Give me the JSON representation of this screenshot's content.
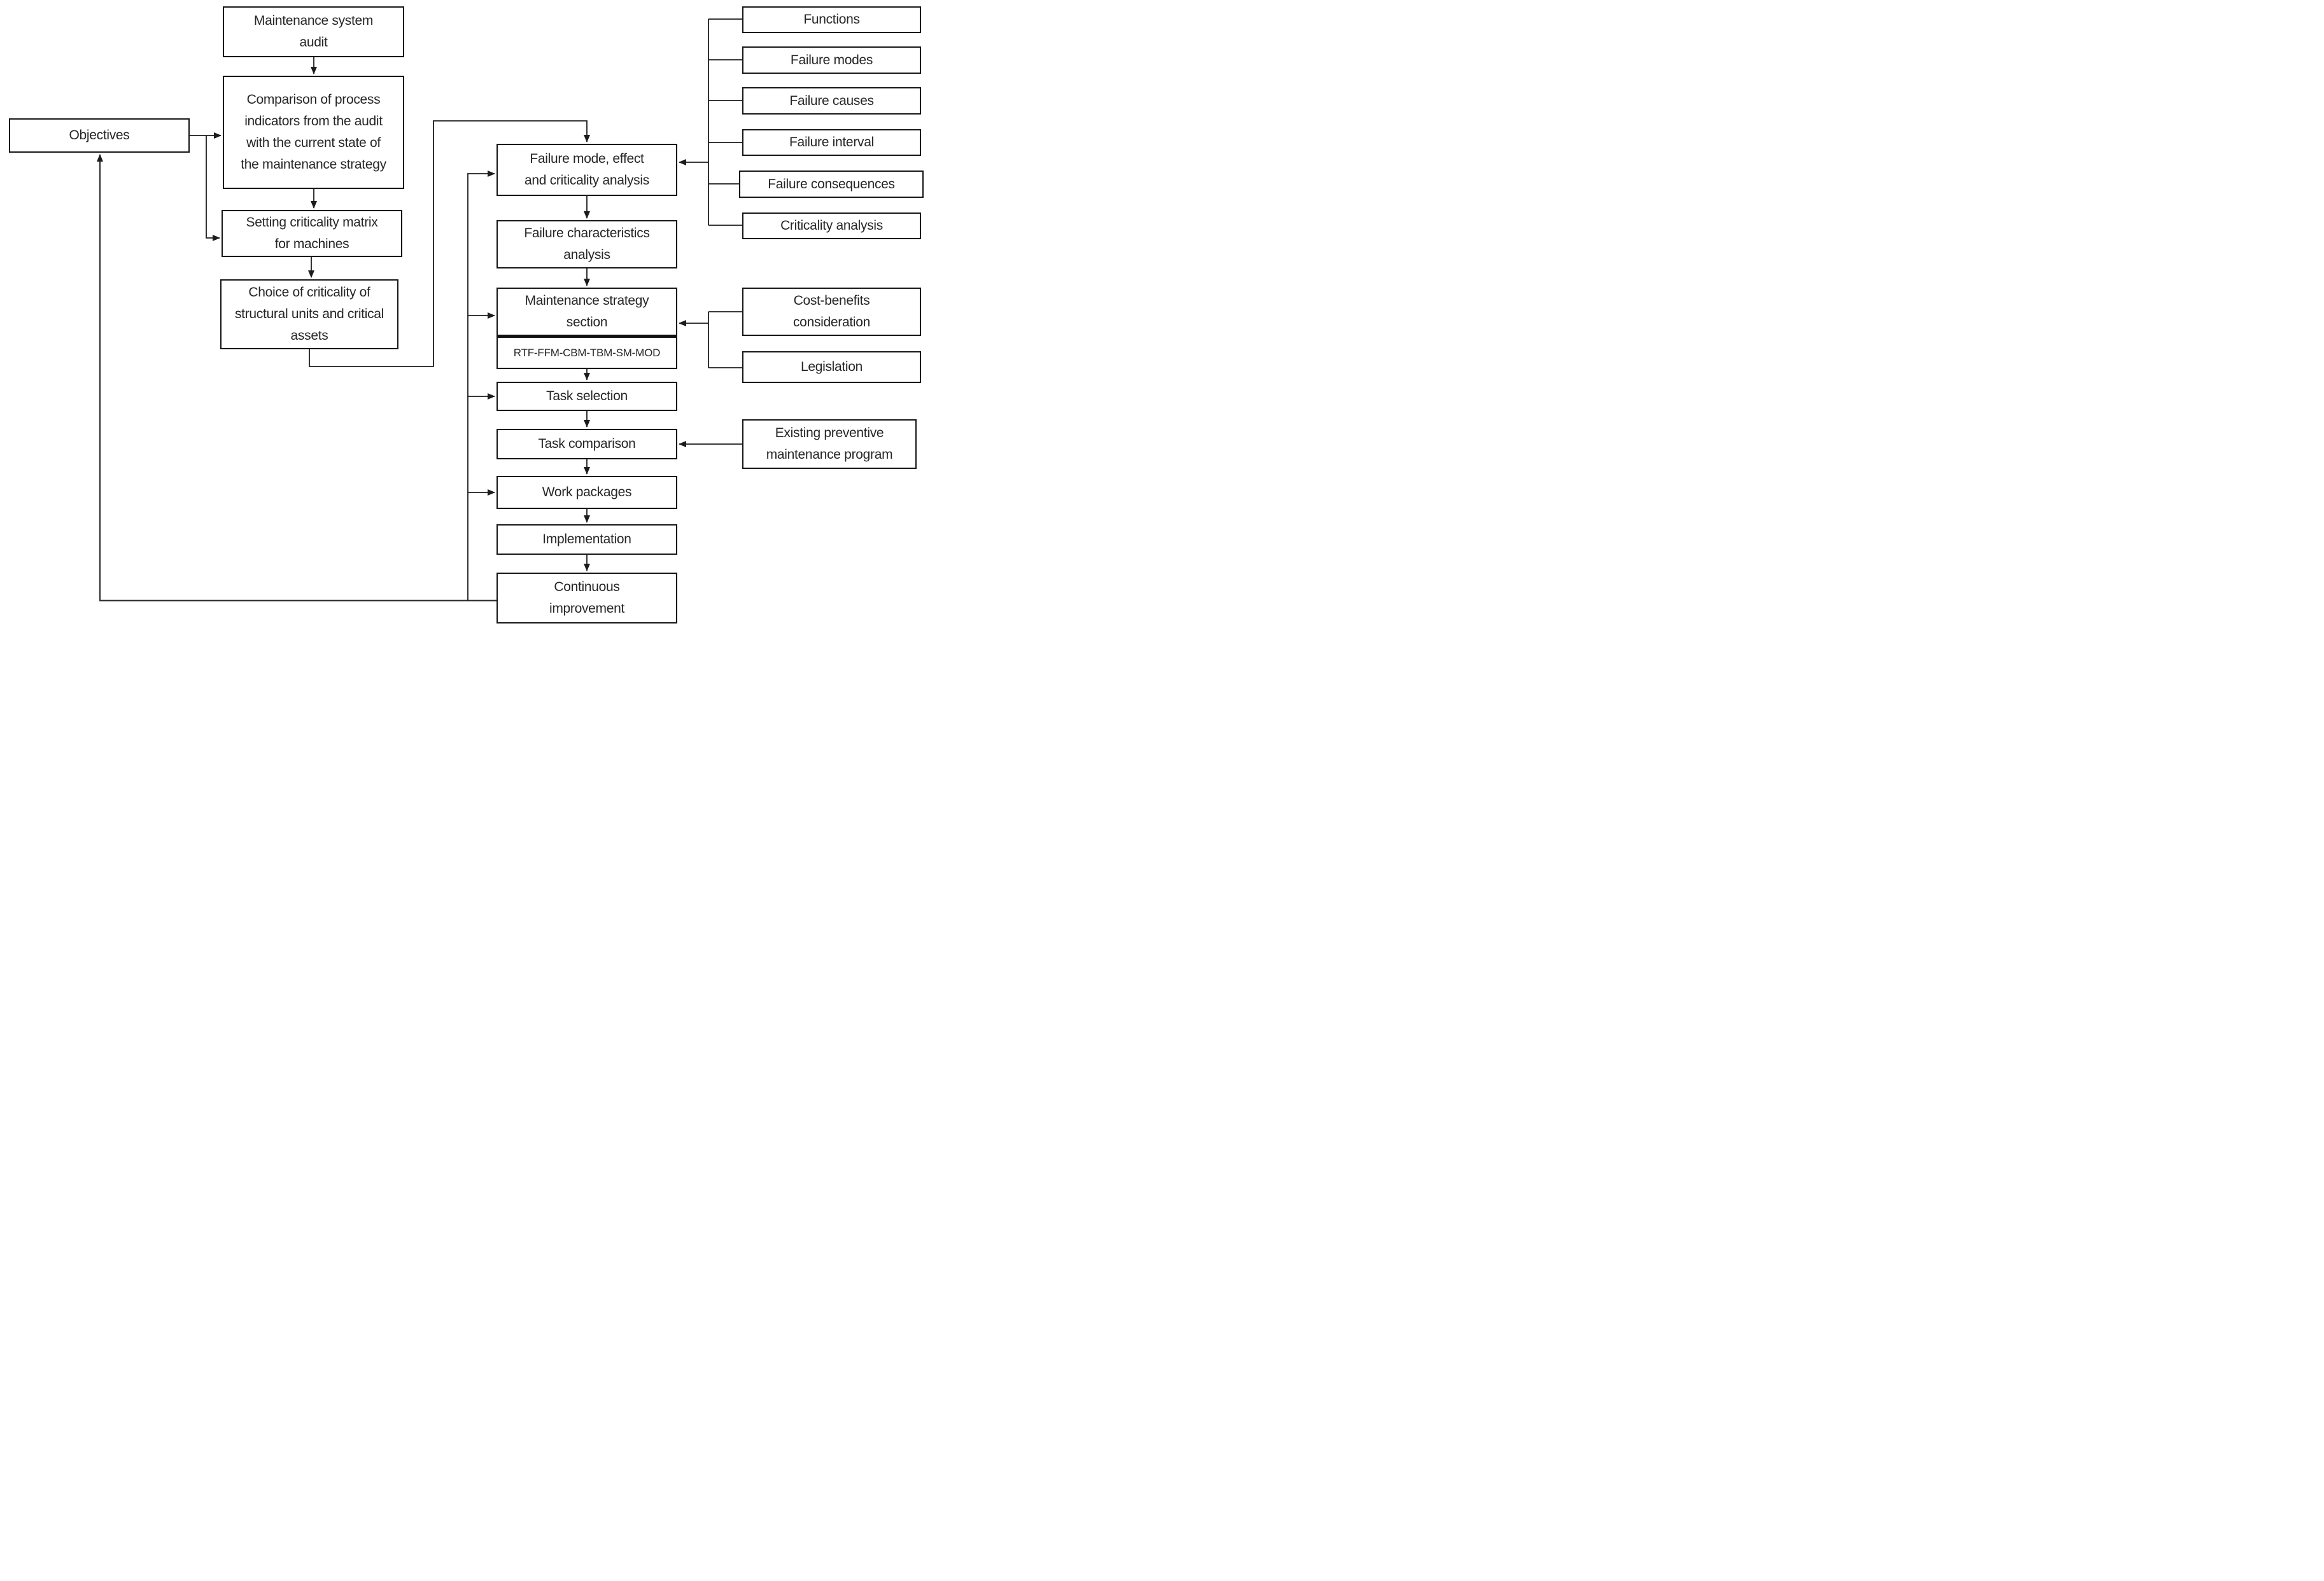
{
  "diagram": {
    "nodes": {
      "maintenance_system_audit": {
        "label": "Maintenance system audit"
      },
      "objectives": {
        "label": "Objectives"
      },
      "comparison_process_indicators": {
        "label": "Comparison of process indicators from the audit with the current state of the maintenance strategy"
      },
      "setting_criticality_matrix": {
        "label": "Setting criticality matrix for machines"
      },
      "choice_of_criticality": {
        "label": "Choice of criticality of structural units and critical assets"
      },
      "fmeca": {
        "label": "Failure mode, effect and criticality analysis"
      },
      "failure_characteristics_analysis": {
        "label": "Failure characteristics analysis"
      },
      "maintenance_strategy_section": {
        "label": "Maintenance strategy section",
        "sublabel": "RTF-FFM-CBM-TBM-SM-MOD"
      },
      "task_selection": {
        "label": "Task selection"
      },
      "task_comparison": {
        "label": "Task comparison"
      },
      "work_packages": {
        "label": "Work packages"
      },
      "implementation": {
        "label": "Implementation"
      },
      "continuous_improvement": {
        "label": "Continuous improvement"
      },
      "functions": {
        "label": "Functions"
      },
      "failure_modes": {
        "label": "Failure modes"
      },
      "failure_causes": {
        "label": "Failure causes"
      },
      "failure_interval": {
        "label": "Failure interval"
      },
      "failure_consequences": {
        "label": "Failure consequences"
      },
      "criticality_analysis": {
        "label": "Criticality analysis"
      },
      "cost_benefits_consideration": {
        "label": "Cost-benefits consideration"
      },
      "legislation": {
        "label": "Legislation"
      },
      "existing_preventive_maintenance_program": {
        "label": "Existing preventive maintenance program"
      }
    },
    "edges": [
      {
        "from": "maintenance_system_audit",
        "to": "comparison_process_indicators"
      },
      {
        "from": "objectives",
        "to": "comparison_process_indicators"
      },
      {
        "from": "objectives",
        "to": "setting_criticality_matrix"
      },
      {
        "from": "comparison_process_indicators",
        "to": "setting_criticality_matrix"
      },
      {
        "from": "setting_criticality_matrix",
        "to": "choice_of_criticality"
      },
      {
        "from": "choice_of_criticality",
        "to": "fmeca"
      },
      {
        "from": "fmeca",
        "to": "failure_characteristics_analysis"
      },
      {
        "from": "failure_characteristics_analysis",
        "to": "maintenance_strategy_section"
      },
      {
        "from": "maintenance_strategy_section",
        "to": "task_selection"
      },
      {
        "from": "task_selection",
        "to": "task_comparison"
      },
      {
        "from": "task_comparison",
        "to": "work_packages"
      },
      {
        "from": "work_packages",
        "to": "implementation"
      },
      {
        "from": "implementation",
        "to": "continuous_improvement"
      },
      {
        "from": "continuous_improvement",
        "to": "objectives"
      },
      {
        "from": "continuous_improvement",
        "to": "fmeca"
      },
      {
        "from": "continuous_improvement",
        "to": "maintenance_strategy_section"
      },
      {
        "from": "continuous_improvement",
        "to": "task_selection"
      },
      {
        "from": "continuous_improvement",
        "to": "work_packages"
      },
      {
        "from": "functions",
        "to": "fmeca"
      },
      {
        "from": "failure_modes",
        "to": "fmeca"
      },
      {
        "from": "failure_causes",
        "to": "fmeca"
      },
      {
        "from": "failure_interval",
        "to": "fmeca"
      },
      {
        "from": "failure_consequences",
        "to": "fmeca"
      },
      {
        "from": "criticality_analysis",
        "to": "fmeca"
      },
      {
        "from": "cost_benefits_consideration",
        "to": "maintenance_strategy_section"
      },
      {
        "from": "legislation",
        "to": "maintenance_strategy_section"
      },
      {
        "from": "existing_preventive_maintenance_program",
        "to": "task_comparison"
      }
    ],
    "colors": {
      "background": "#ffffff",
      "box_border": "#161616",
      "connector": "#1c1c1c",
      "feedback_connector": "#3a3a3a",
      "text": "#262626"
    }
  }
}
